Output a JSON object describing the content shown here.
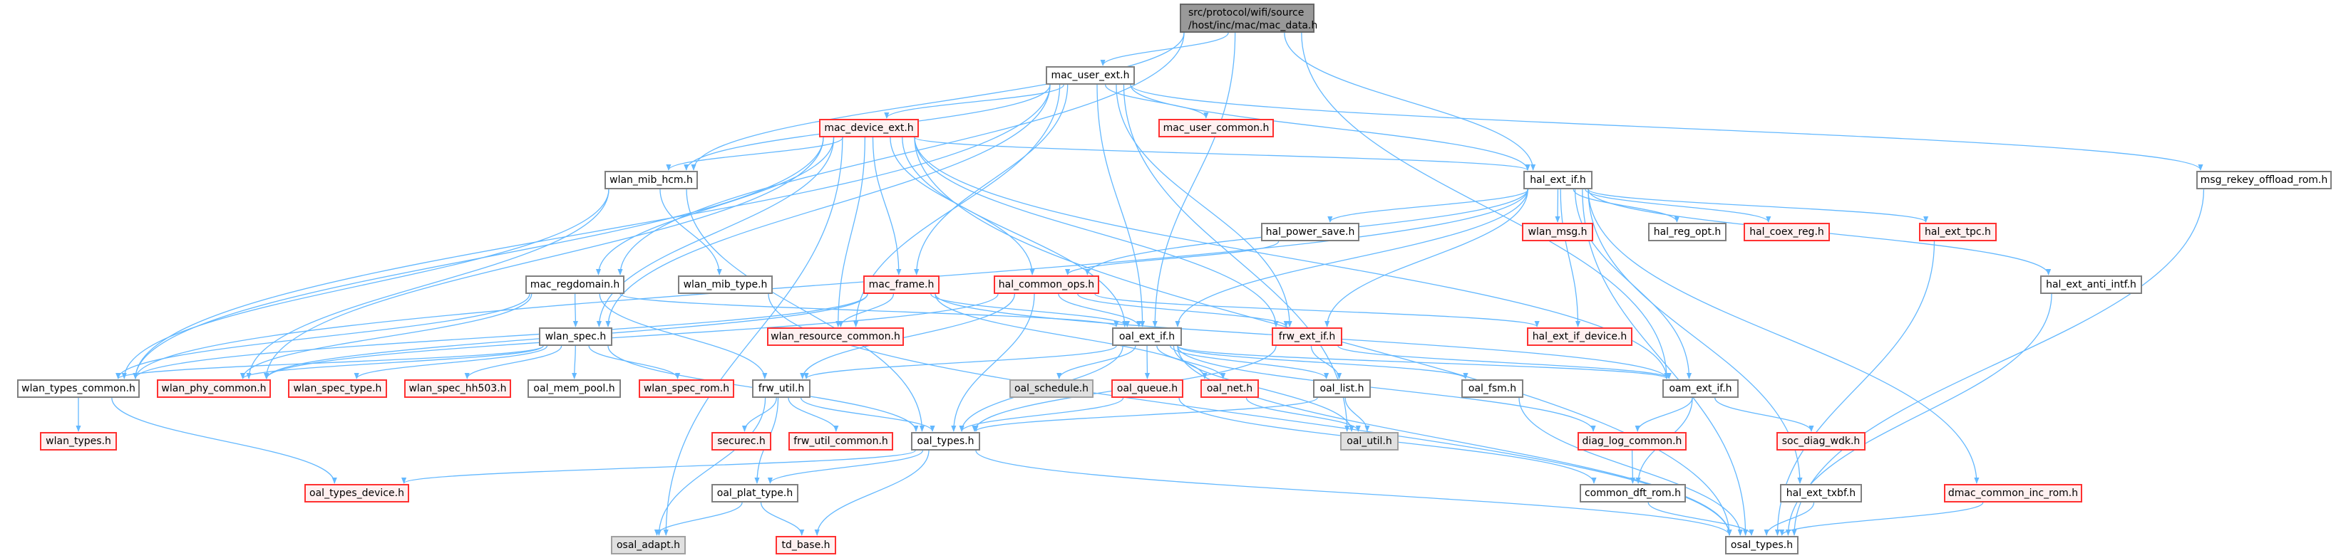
{
  "graph": {
    "colors": {
      "edge": "#63b8ff",
      "root_fill": "#999999",
      "red_border": "#ff3030",
      "red_fill": "#fff0f0",
      "gray_fill": "#e0e0e0"
    },
    "root": {
      "line1": "src/protocol/wifi/source",
      "line2": "/host/inc/mac/mac_data.h"
    },
    "nodes": [
      {
        "id": "mac_user_ext",
        "label": "mac_user_ext.h",
        "style": "plain"
      },
      {
        "id": "mac_device_ext",
        "label": "mac_device_ext.h",
        "style": "red"
      },
      {
        "id": "mac_user_common",
        "label": "mac_user_common.h",
        "style": "red"
      },
      {
        "id": "wlan_mib_hcm",
        "label": "wlan_mib_hcm.h",
        "style": "plain"
      },
      {
        "id": "hal_ext_if",
        "label": "hal_ext_if.h",
        "style": "plain"
      },
      {
        "id": "msg_rekey",
        "label": "msg_rekey_offload_rom.h",
        "style": "plain"
      },
      {
        "id": "hal_power_save",
        "label": "hal_power_save.h",
        "style": "plain"
      },
      {
        "id": "wlan_msg",
        "label": "wlan_msg.h",
        "style": "red"
      },
      {
        "id": "hal_reg_opt",
        "label": "hal_reg_opt.h",
        "style": "plain"
      },
      {
        "id": "hal_coex_reg",
        "label": "hal_coex_reg.h",
        "style": "red"
      },
      {
        "id": "hal_ext_tpc",
        "label": "hal_ext_tpc.h",
        "style": "red"
      },
      {
        "id": "mac_regdomain",
        "label": "mac_regdomain.h",
        "style": "plain"
      },
      {
        "id": "wlan_mib_type",
        "label": "wlan_mib_type.h",
        "style": "plain"
      },
      {
        "id": "mac_frame",
        "label": "mac_frame.h",
        "style": "red"
      },
      {
        "id": "hal_common_ops",
        "label": "hal_common_ops.h",
        "style": "red"
      },
      {
        "id": "hal_ext_anti_intf",
        "label": "hal_ext_anti_intf.h",
        "style": "plain"
      },
      {
        "id": "wlan_spec",
        "label": "wlan_spec.h",
        "style": "plain"
      },
      {
        "id": "wlan_resource_common",
        "label": "wlan_resource_common.h",
        "style": "red"
      },
      {
        "id": "oal_ext_if",
        "label": "oal_ext_if.h",
        "style": "plain"
      },
      {
        "id": "frw_ext_if",
        "label": "frw_ext_if.h",
        "style": "red"
      },
      {
        "id": "hal_ext_if_device",
        "label": "hal_ext_if_device.h",
        "style": "red"
      },
      {
        "id": "wlan_types_common",
        "label": "wlan_types_common.h",
        "style": "plain"
      },
      {
        "id": "wlan_phy_common",
        "label": "wlan_phy_common.h",
        "style": "red"
      },
      {
        "id": "wlan_spec_type",
        "label": "wlan_spec_type.h",
        "style": "red"
      },
      {
        "id": "wlan_spec_hh503",
        "label": "wlan_spec_hh503.h",
        "style": "red"
      },
      {
        "id": "oal_mem_pool",
        "label": "oal_mem_pool.h",
        "style": "plain"
      },
      {
        "id": "wlan_spec_rom",
        "label": "wlan_spec_rom.h",
        "style": "red"
      },
      {
        "id": "frw_util",
        "label": "frw_util.h",
        "style": "plain"
      },
      {
        "id": "oal_schedule",
        "label": "oal_schedule.h",
        "style": "gray"
      },
      {
        "id": "oal_queue",
        "label": "oal_queue.h",
        "style": "red"
      },
      {
        "id": "oal_net",
        "label": "oal_net.h",
        "style": "red"
      },
      {
        "id": "oal_list",
        "label": "oal_list.h",
        "style": "plain"
      },
      {
        "id": "oal_fsm",
        "label": "oal_fsm.h",
        "style": "plain"
      },
      {
        "id": "oam_ext_if",
        "label": "oam_ext_if.h",
        "style": "plain"
      },
      {
        "id": "wlan_types",
        "label": "wlan_types.h",
        "style": "red"
      },
      {
        "id": "securec",
        "label": "securec.h",
        "style": "red"
      },
      {
        "id": "frw_util_common",
        "label": "frw_util_common.h",
        "style": "red"
      },
      {
        "id": "oal_types",
        "label": "oal_types.h",
        "style": "plain"
      },
      {
        "id": "oal_util",
        "label": "oal_util.h",
        "style": "gray"
      },
      {
        "id": "diag_log_common",
        "label": "diag_log_common.h",
        "style": "red"
      },
      {
        "id": "soc_diag_wdk",
        "label": "soc_diag_wdk.h",
        "style": "red"
      },
      {
        "id": "oal_types_device",
        "label": "oal_types_device.h",
        "style": "red"
      },
      {
        "id": "oal_plat_type",
        "label": "oal_plat_type.h",
        "style": "plain"
      },
      {
        "id": "common_dft_rom",
        "label": "common_dft_rom.h",
        "style": "plain"
      },
      {
        "id": "hal_ext_txbf",
        "label": "hal_ext_txbf.h",
        "style": "plain"
      },
      {
        "id": "dmac_common_inc_rom",
        "label": "dmac_common_inc_rom.h",
        "style": "red"
      },
      {
        "id": "osal_adapt",
        "label": "osal_adapt.h",
        "style": "gray"
      },
      {
        "id": "td_base",
        "label": "td_base.h",
        "style": "red"
      },
      {
        "id": "osal_types",
        "label": "osal_types.h",
        "style": "plain"
      }
    ],
    "edges": [
      [
        "root",
        "mac_user_ext"
      ],
      [
        "root",
        "wlan_mib_hcm"
      ],
      [
        "root",
        "mac_regdomain"
      ],
      [
        "root",
        "oal_ext_if"
      ],
      [
        "root",
        "hal_ext_if"
      ],
      [
        "root",
        "oam_ext_if"
      ],
      [
        "mac_user_ext",
        "mac_device_ext"
      ],
      [
        "mac_user_ext",
        "mac_user_common"
      ],
      [
        "mac_user_ext",
        "hal_ext_if"
      ],
      [
        "mac_user_ext",
        "msg_rekey"
      ],
      [
        "mac_user_ext",
        "wlan_mib_hcm"
      ],
      [
        "mac_user_ext",
        "mac_frame"
      ],
      [
        "mac_user_ext",
        "oal_ext_if"
      ],
      [
        "mac_user_ext",
        "frw_ext_if"
      ],
      [
        "mac_user_ext",
        "oal_util"
      ],
      [
        "mac_user_ext",
        "wlan_types_common"
      ],
      [
        "mac_user_ext",
        "wlan_spec"
      ],
      [
        "mac_user_ext",
        "wlan_resource_common"
      ],
      [
        "mac_device_ext",
        "wlan_mib_hcm"
      ],
      [
        "mac_device_ext",
        "mac_regdomain"
      ],
      [
        "mac_device_ext",
        "wlan_types_common"
      ],
      [
        "mac_device_ext",
        "wlan_phy_common"
      ],
      [
        "mac_device_ext",
        "osal_adapt"
      ],
      [
        "mac_device_ext",
        "hal_ext_if"
      ],
      [
        "mac_device_ext",
        "mac_frame"
      ],
      [
        "mac_device_ext",
        "hal_common_ops"
      ],
      [
        "mac_device_ext",
        "wlan_resource_common"
      ],
      [
        "mac_device_ext",
        "oal_ext_if"
      ],
      [
        "mac_device_ext",
        "frw_ext_if"
      ],
      [
        "mac_device_ext",
        "oam_ext_if"
      ],
      [
        "mac_device_ext",
        "osal_types"
      ],
      [
        "mac_device_ext",
        "wlan_spec"
      ],
      [
        "wlan_mib_hcm",
        "wlan_mib_type"
      ],
      [
        "wlan_mib_hcm",
        "wlan_types_common"
      ],
      [
        "wlan_mib_hcm",
        "wlan_phy_common"
      ],
      [
        "wlan_mib_hcm",
        "oal_types"
      ],
      [
        "hal_ext_if",
        "hal_power_save"
      ],
      [
        "hal_ext_if",
        "wlan_msg"
      ],
      [
        "hal_ext_if",
        "hal_reg_opt"
      ],
      [
        "hal_ext_if",
        "hal_coex_reg"
      ],
      [
        "hal_ext_if",
        "hal_ext_tpc"
      ],
      [
        "hal_ext_if",
        "hal_ext_anti_intf"
      ],
      [
        "hal_ext_if",
        "dmac_common_inc_rom"
      ],
      [
        "hal_ext_if",
        "hal_ext_txbf"
      ],
      [
        "hal_ext_if",
        "hal_ext_if_device"
      ],
      [
        "hal_ext_if",
        "oam_ext_if"
      ],
      [
        "hal_ext_if",
        "oal_ext_if"
      ],
      [
        "hal_ext_if",
        "frw_ext_if"
      ],
      [
        "hal_ext_if",
        "hal_common_ops"
      ],
      [
        "hal_ext_if",
        "wlan_types_common"
      ],
      [
        "hal_ext_if",
        "osal_types"
      ],
      [
        "msg_rekey",
        "osal_types"
      ],
      [
        "hal_power_save",
        "hal_common_ops"
      ],
      [
        "hal_ext_tpc",
        "osal_types"
      ],
      [
        "hal_ext_anti_intf",
        "osal_types"
      ],
      [
        "mac_regdomain",
        "wlan_spec"
      ],
      [
        "mac_regdomain",
        "wlan_types_common"
      ],
      [
        "mac_regdomain",
        "wlan_phy_common"
      ],
      [
        "mac_regdomain",
        "oal_ext_if"
      ],
      [
        "mac_regdomain",
        "frw_util"
      ],
      [
        "wlan_mib_type",
        "osal_types"
      ],
      [
        "mac_frame",
        "wlan_resource_common"
      ],
      [
        "mac_frame",
        "wlan_types_common"
      ],
      [
        "mac_frame",
        "oal_ext_if"
      ],
      [
        "mac_frame",
        "wlan_phy_common"
      ],
      [
        "mac_frame",
        "oal_net"
      ],
      [
        "mac_frame",
        "oam_ext_if"
      ],
      [
        "hal_common_ops",
        "frw_util"
      ],
      [
        "hal_common_ops",
        "oal_types"
      ],
      [
        "hal_common_ops",
        "oal_ext_if"
      ],
      [
        "hal_common_ops",
        "frw_ext_if"
      ],
      [
        "hal_common_ops",
        "hal_ext_if_device"
      ],
      [
        "hal_common_ops",
        "wlan_phy_common"
      ],
      [
        "wlan_spec",
        "wlan_types_common"
      ],
      [
        "wlan_spec",
        "wlan_phy_common"
      ],
      [
        "wlan_spec",
        "wlan_spec_type"
      ],
      [
        "wlan_spec",
        "wlan_spec_hh503"
      ],
      [
        "wlan_spec",
        "oal_mem_pool"
      ],
      [
        "wlan_spec",
        "wlan_spec_rom"
      ],
      [
        "wlan_spec",
        "oal_types"
      ],
      [
        "oal_ext_if",
        "frw_util"
      ],
      [
        "oal_ext_if",
        "oal_types"
      ],
      [
        "oal_ext_if",
        "oal_schedule"
      ],
      [
        "oal_ext_if",
        "oal_queue"
      ],
      [
        "oal_ext_if",
        "oal_net"
      ],
      [
        "oal_ext_if",
        "oal_list"
      ],
      [
        "oal_ext_if",
        "oal_fsm"
      ],
      [
        "oal_ext_if",
        "oal_util"
      ],
      [
        "oal_ext_if",
        "oam_ext_if"
      ],
      [
        "oal_ext_if",
        "diag_log_common"
      ],
      [
        "oal_ext_if",
        "osal_types"
      ],
      [
        "frw_ext_if",
        "oal_list"
      ],
      [
        "frw_ext_if",
        "oal_types"
      ],
      [
        "frw_ext_if",
        "oam_ext_if"
      ],
      [
        "wlan_types_common",
        "wlan_types"
      ],
      [
        "wlan_types_common",
        "oal_types_device"
      ],
      [
        "frw_util",
        "securec"
      ],
      [
        "frw_util",
        "frw_util_common"
      ],
      [
        "frw_util",
        "oal_types"
      ],
      [
        "frw_util",
        "oal_plat_type"
      ],
      [
        "frw_util",
        "osal_adapt"
      ],
      [
        "oal_queue",
        "oal_types"
      ],
      [
        "oal_queue",
        "common_dft_rom"
      ],
      [
        "oal_net",
        "oal_util"
      ],
      [
        "oal_list",
        "oal_util"
      ],
      [
        "oal_list",
        "oal_types"
      ],
      [
        "oal_fsm",
        "osal_types"
      ],
      [
        "oam_ext_if",
        "soc_diag_wdk"
      ],
      [
        "oam_ext_if",
        "diag_log_common"
      ],
      [
        "oam_ext_if",
        "common_dft_rom"
      ],
      [
        "diag_log_common",
        "common_dft_rom"
      ],
      [
        "common_dft_rom",
        "osal_types"
      ],
      [
        "hal_ext_txbf",
        "osal_types"
      ],
      [
        "dmac_common_inc_rom",
        "osal_types"
      ],
      [
        "oal_types",
        "oal_types_device"
      ],
      [
        "oal_types",
        "oal_plat_type"
      ],
      [
        "oal_types",
        "td_base"
      ],
      [
        "oal_types",
        "osal_types"
      ],
      [
        "oal_plat_type",
        "osal_adapt"
      ],
      [
        "oal_plat_type",
        "td_base"
      ]
    ]
  }
}
